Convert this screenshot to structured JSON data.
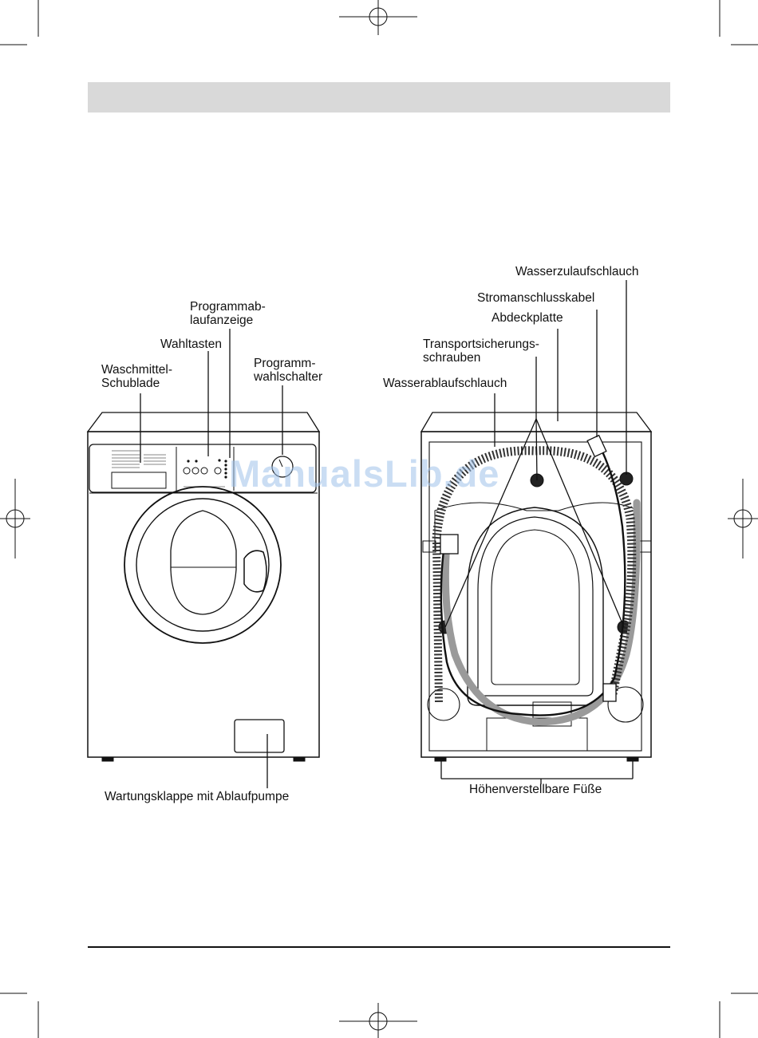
{
  "labels": {
    "programmablauf_1": "Programmab-",
    "programmablauf_2": "laufanzeige",
    "wahltasten": "Wahltasten",
    "programmwahl_1": "Programm-",
    "programmwahl_2": "wahlschalter",
    "waschmittel_1": "Waschmittel-",
    "waschmittel_2": "Schublade",
    "wartungsklappe": "Wartungsklappe mit Ablaufpumpe",
    "wasserzulauf": "Wasserzulaufschlauch",
    "stromanschluss": "Stromanschlusskabel",
    "abdeckplatte": "Abdeckplatte",
    "transport_1": "Transportsicherungs-",
    "transport_2": "schrauben",
    "wasserablauf": "Wasserablaufschlauch",
    "fuesse": "Höhenverstellbare Füße"
  },
  "watermark": "ManualsLib.de",
  "colors": {
    "header_bar": "#d9d9d9",
    "hose_grey": "#9a9a9a",
    "line": "#111111",
    "watermark": "#9fc2ea"
  }
}
